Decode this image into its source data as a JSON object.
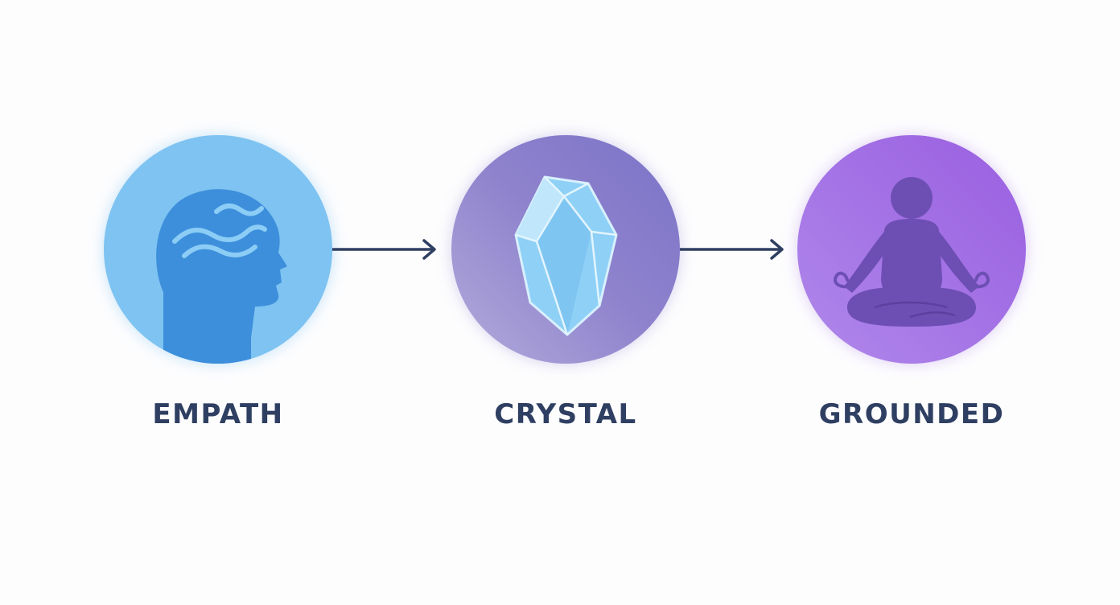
{
  "steps": [
    {
      "label": "EMPATH",
      "icon": "head-waves-icon",
      "color": "#7ec3f1"
    },
    {
      "label": "CRYSTAL",
      "icon": "crystal-icon",
      "color": "#8f83cd"
    },
    {
      "label": "GROUNDED",
      "icon": "meditation-figure-icon",
      "color": "#a575e6"
    }
  ],
  "connector_color": "#2f3f62",
  "label_color": "#2f3f62"
}
